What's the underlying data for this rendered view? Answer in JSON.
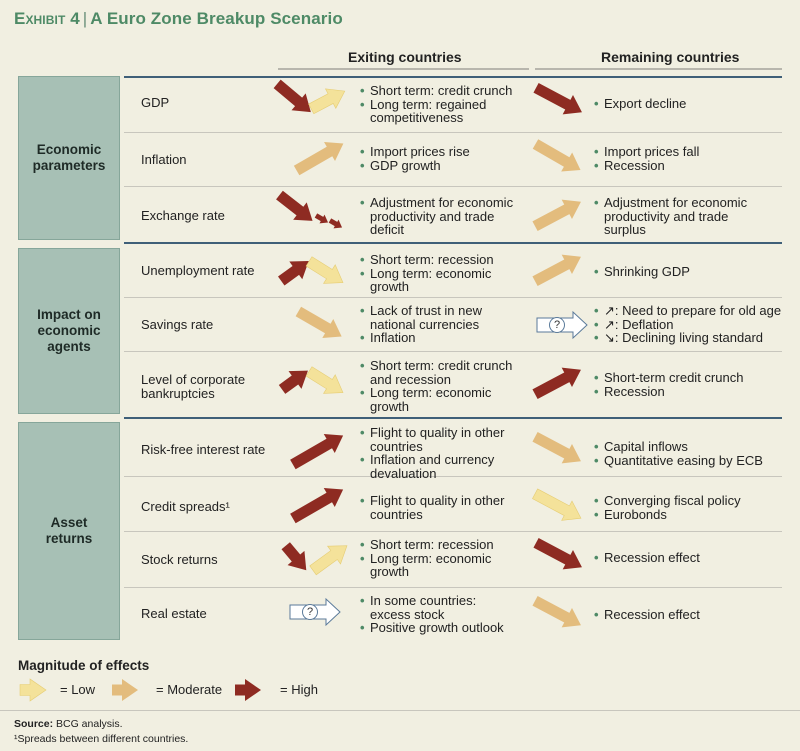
{
  "title": {
    "exhibit": "Exhibit 4",
    "text": "A Euro Zone Breakup Scenario"
  },
  "columns": {
    "exiting": "Exiting countries",
    "remaining": "Remaining countries"
  },
  "colors": {
    "low": "#f4e29a",
    "moderate": "#e3bc7d",
    "high": "#8e2b22",
    "accent": "#4e8a66",
    "group_fill": "#a7c0b5"
  },
  "groups": [
    {
      "name": "Economic parameters"
    },
    {
      "name": "Impact on economic agents"
    },
    {
      "name": "Asset returns"
    }
  ],
  "rows": [
    {
      "label": "GDP",
      "exiting": [
        "Short term: credit crunch",
        "Long term: regained competitiveness"
      ],
      "remaining": [
        "Export decline"
      ]
    },
    {
      "label": "Inflation",
      "exiting": [
        "Import prices rise",
        "GDP growth"
      ],
      "remaining": [
        "Import prices fall",
        "Recession"
      ]
    },
    {
      "label": "Exchange rate",
      "exiting": [
        "Adjustment for economic productivity and trade deficit"
      ],
      "remaining": [
        "Adjustment for economic productivity and trade surplus"
      ]
    },
    {
      "label": "Unemployment rate",
      "exiting": [
        "Short term: recession",
        "Long term: economic growth"
      ],
      "remaining": [
        "Shrinking GDP"
      ]
    },
    {
      "label": "Savings rate",
      "exiting": [
        "Lack of trust in new national currencies",
        "Inflation"
      ],
      "remaining": [
        "↗: Need to prepare for old age",
        "↗: Deflation",
        "↘: Declining living standard"
      ]
    },
    {
      "label": "Level of corporate bankruptcies",
      "exiting": [
        "Short term: credit crunch and recession",
        "Long term: economic growth"
      ],
      "remaining": [
        "Short-term credit crunch",
        "Recession"
      ]
    },
    {
      "label": "Risk-free interest rate",
      "exiting": [
        "Flight to quality in other countries",
        "Inflation and currency devaluation"
      ],
      "remaining": [
        "Capital inflows",
        "Quantitative easing by ECB"
      ]
    },
    {
      "label": "Credit spreads¹",
      "exiting": [
        "Flight to quality in other countries"
      ],
      "remaining": [
        "Converging fiscal policy",
        "Eurobonds"
      ]
    },
    {
      "label": "Stock returns",
      "exiting": [
        "Short term: recession",
        "Long term: economic growth"
      ],
      "remaining": [
        "Recession effect"
      ]
    },
    {
      "label": "Real estate",
      "exiting": [
        "In some countries: excess stock",
        "Positive growth outlook"
      ],
      "remaining": [
        "Recession effect"
      ]
    }
  ],
  "unknown_symbol": "?",
  "legend": {
    "title": "Magnitude of effects",
    "low": "= Low",
    "moderate": "= Moderate",
    "high": "= High"
  },
  "source_label": "Source:",
  "source_text": "BCG analysis.",
  "footnote": "¹Spreads between different countries."
}
